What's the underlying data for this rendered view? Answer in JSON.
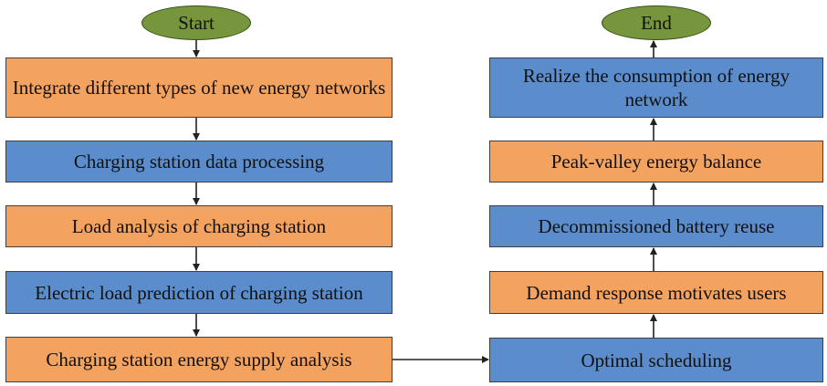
{
  "start": {
    "label": "Start"
  },
  "end": {
    "label": "End"
  },
  "left_steps": [
    {
      "label": "Integrate different types of new energy networks",
      "color": "orange"
    },
    {
      "label": "Charging station data processing",
      "color": "blue"
    },
    {
      "label": "Load analysis of charging station",
      "color": "orange"
    },
    {
      "label": "Electric load prediction of charging station",
      "color": "blue"
    },
    {
      "label": "Charging station energy supply analysis",
      "color": "orange"
    }
  ],
  "right_steps": [
    {
      "label": "Optimal scheduling",
      "color": "blue"
    },
    {
      "label": "Demand response motivates users",
      "color": "orange"
    },
    {
      "label": "Decommissioned battery reuse",
      "color": "blue"
    },
    {
      "label": "Peak-valley energy balance",
      "color": "orange"
    },
    {
      "label": "Realize the consumption of energy network",
      "color": "blue"
    }
  ],
  "colors": {
    "orange": "#f4a260",
    "blue": "#5b8ccb",
    "terminal": "#76953c",
    "stroke": "#3f3f3f"
  }
}
